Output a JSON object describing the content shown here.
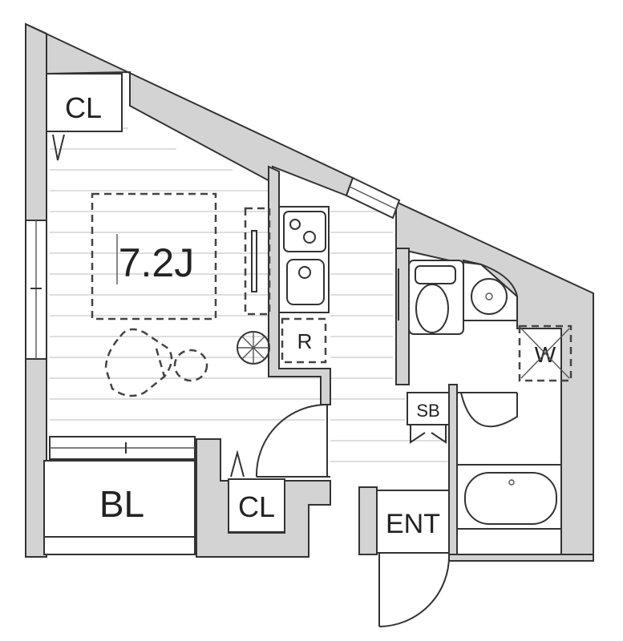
{
  "rooms": {
    "main_area": "7.2J",
    "closet_top": "CL",
    "closet_bottom": "CL",
    "balcony": "BL",
    "entrance": "ENT",
    "shoe_box": "SB",
    "refrigerator": "R",
    "washer": "W"
  },
  "colors": {
    "wall": "#d3d3d3",
    "outline": "#333333",
    "floor_lines": "#dedede"
  }
}
